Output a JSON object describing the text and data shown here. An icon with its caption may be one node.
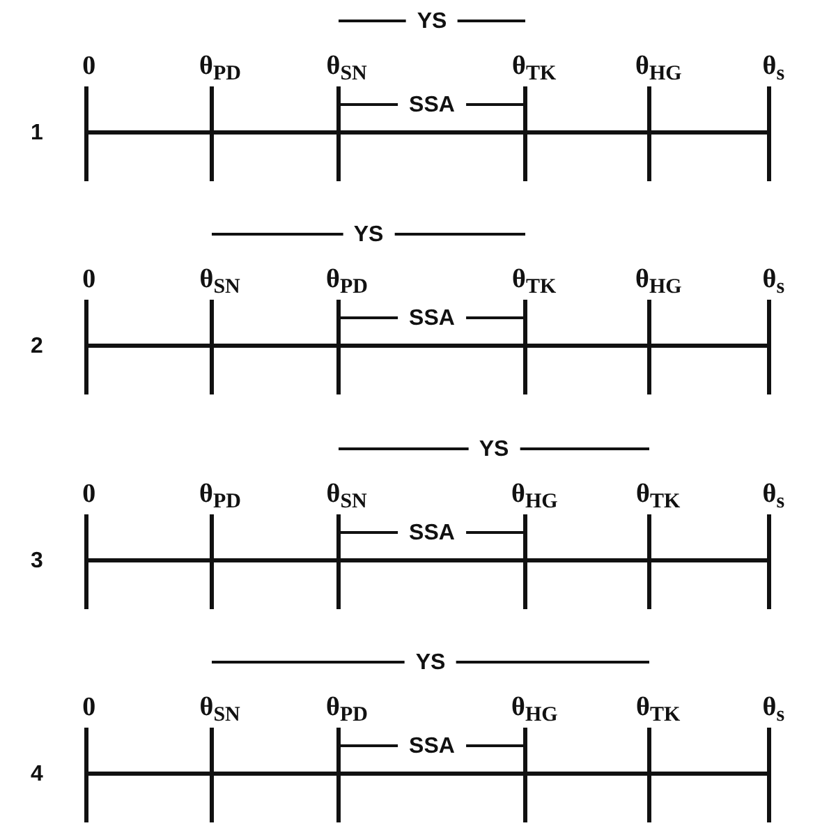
{
  "diagram": {
    "labels": [
      "YS",
      "0",
      "θ$_{PD}$",
      "θ$_{SN}$",
      "θ$_{TK}$",
      "θ$_{HG}$",
      "θ$_{s}$",
      "SSA",
      "1",
      "YS",
      "0",
      "θ$_{SN}$",
      "θ$_{PD}$",
      "θ$_{TK}$",
      "θ$_{HG}$",
      "θ$_{s}$",
      "SSA",
      "2",
      "YS",
      "0",
      "θ$_{PD}$",
      "θ$_{SN}$",
      "θ$_{HG}$",
      "θ$_{TK}$",
      "θ$_{s}$",
      "SSA",
      "3",
      "YS",
      "0",
      "θ$_{SN}$",
      "θ$_{PD}$",
      "θ$_{HG}$",
      "θ$_{TK}$",
      "θ$_{s}$",
      "SSA",
      "4"
    ]
  }
}
